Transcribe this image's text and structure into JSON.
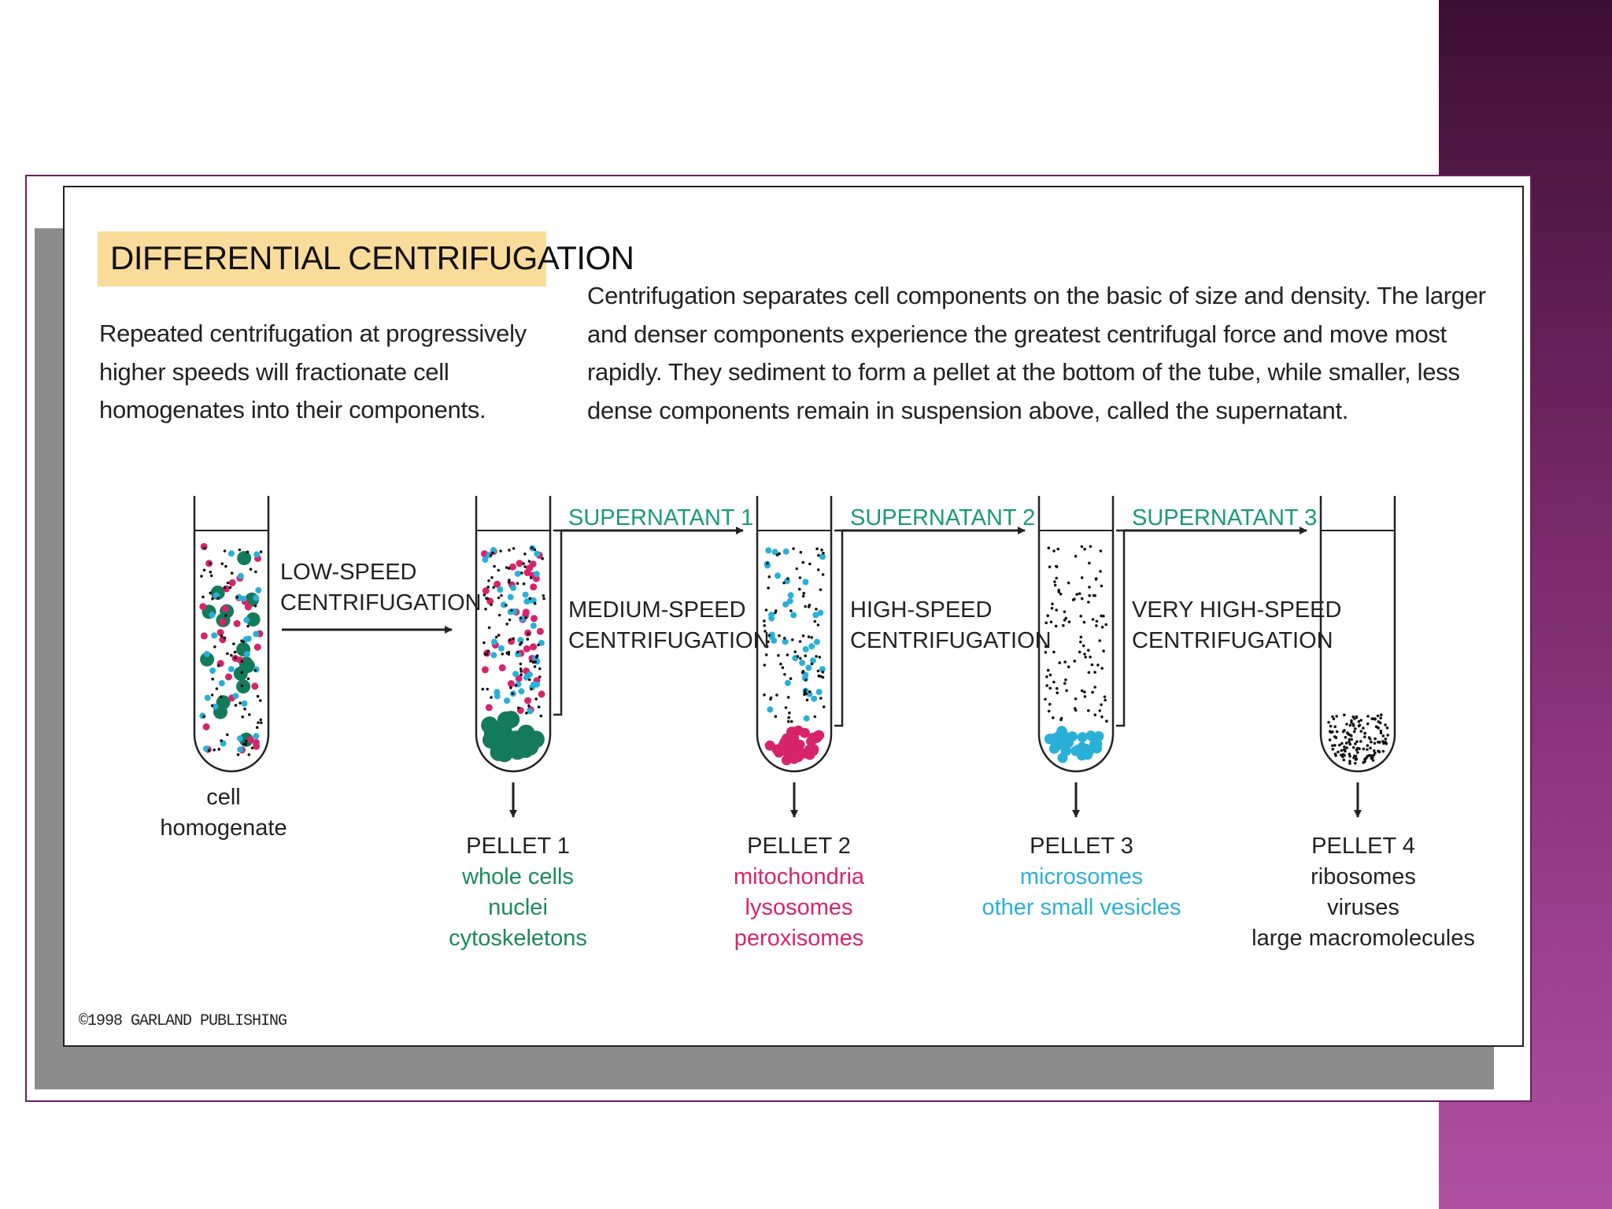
{
  "title": "DIFFERENTIAL CENTRIFUGATION",
  "intro_lines": [
    "Repeated centrifugation at progressively",
    "higher speeds will fractionate cell",
    "homogenates into their components."
  ],
  "explanation_lines": [
    "Centrifugation separates cell components on the basic of size and density. The larger",
    "and denser components experience the greatest centrifugal force and move most",
    "rapidly. They sediment to form a pellet at the bottom of the tube, while smaller, less",
    "dense components remain in suspension above, called the supernatant."
  ],
  "start_label": [
    "cell",
    "homogenate"
  ],
  "steps": [
    {
      "speed": [
        "LOW-SPEED",
        "CENTRIFUGATION"
      ]
    },
    {
      "supernatant": "SUPERNATANT 1",
      "speed": [
        "MEDIUM-SPEED",
        "CENTRIFUGATION"
      ]
    },
    {
      "supernatant": "SUPERNATANT 2",
      "speed": [
        "HIGH-SPEED",
        "CENTRIFUGATION"
      ]
    },
    {
      "supernatant": "SUPERNATANT 3",
      "speed": [
        "VERY HIGH-SPEED",
        "CENTRIFUGATION"
      ]
    }
  ],
  "pellets": [
    {
      "name": "PELLET 1",
      "contents": [
        "whole cells",
        "nuclei",
        "cytoskeletons"
      ],
      "color": "#1a8a5a"
    },
    {
      "name": "PELLET 2",
      "contents": [
        "mitochondria",
        "lysosomes",
        "peroxisomes"
      ],
      "color": "#d6246b"
    },
    {
      "name": "PELLET 3",
      "contents": [
        "microsomes",
        "other small vesicles"
      ],
      "color": "#2ab0d8"
    },
    {
      "name": "PELLET 4",
      "contents": [
        "ribosomes",
        "viruses",
        "large macromolecules"
      ],
      "color": "#222222"
    }
  ],
  "copyright": "©1998 GARLAND PUBLISHING",
  "colors": {
    "nuclei": "#137a5a",
    "mito": "#d6246b",
    "micro": "#2ab0d8",
    "ribo": "#111111",
    "title_bg": "#f9dc9a",
    "accent": "#7a2a6c"
  }
}
